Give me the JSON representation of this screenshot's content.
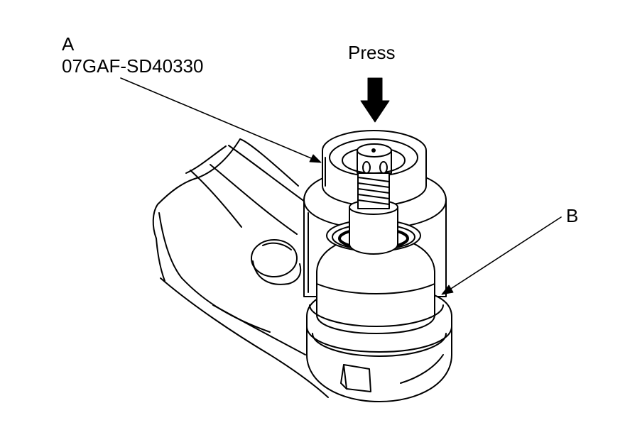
{
  "labels": {
    "a_letter": "A",
    "a_part_number": "07GAF-SD40330",
    "press": "Press",
    "b_letter": "B"
  },
  "colors": {
    "line": "#000000",
    "background": "#ffffff"
  }
}
